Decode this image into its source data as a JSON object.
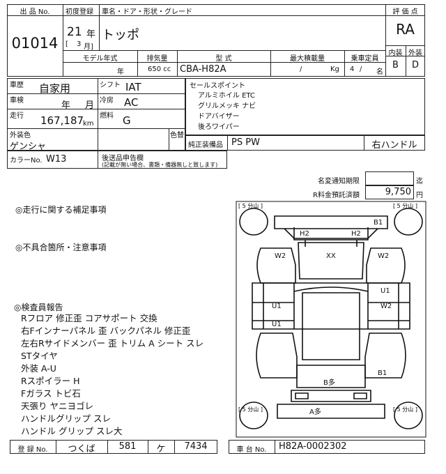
{
  "header": {
    "lot_label": "出 品 No.",
    "lot_no": "01014",
    "first_reg_label": "初度登録",
    "name_label": "車名・ドア・形状・グレード",
    "year": "21",
    "year_unit": "年",
    "month_open": "[",
    "month": "3",
    "month_close": "月]",
    "car_name": "トッポ",
    "score_label": "評 価 点",
    "score": "RA",
    "interior_label": "内装",
    "exterior_label": "外装",
    "interior_grade": "B",
    "exterior_grade": "D"
  },
  "specs": {
    "model_year_label": "モデル年式",
    "model_year_unit": "年",
    "displacement_label": "排気量",
    "displacement": "650 cc",
    "type_label": "型 式",
    "type": "CBA-H82A",
    "max_load_label": "最大積載量",
    "max_load_slash": "/",
    "max_load_unit": "Kg",
    "capacity_label": "乗車定員",
    "capacity": "4",
    "capacity_sep": "/",
    "capacity_unit": "名"
  },
  "details": {
    "history_label": "車歴",
    "history": "自家用",
    "shift_label": "シフト",
    "shift": "IAT",
    "inspection_label": "車検",
    "inspection_year": "年",
    "inspection_month": "月",
    "ac_label": "冷房",
    "ac": "AC",
    "mileage_label": "走行",
    "mileage": "167,187",
    "mileage_unit": "km",
    "fuel_label": "燃料",
    "fuel": "G",
    "color_label": "外装色",
    "color": "ゲンシャ",
    "repaint_label": "色替",
    "color_no_label": "カラーNo.",
    "color_no": "W13",
    "docs_label": "後送品申告欄",
    "docs_note": "(記載が無い場合、書類・備器無しと致します)"
  },
  "sales": {
    "label": "セールスポイント",
    "items": [
      "アルミホイル ETC",
      "グリルメッキ ナビ",
      "ドアバイザー",
      "後ろワイパー"
    ]
  },
  "equipment": {
    "label": "純正装備品",
    "value": "PS PW",
    "steering": "右ハンドル"
  },
  "fees": {
    "name_change_label": "名変通知期限",
    "name_change_unit": "迄",
    "recycle_label": "R料金預託済額",
    "recycle": "9,750",
    "recycle_unit": "円"
  },
  "notes": {
    "driving_label": "◎走行に関する補足事項",
    "defect_label": "◎不具合箇所・注意事項",
    "inspector_label": "◎検査員報告",
    "inspector_lines": [
      "Rフロア 修正歪 コアサポート 交換",
      "右Fインナーパネル 歪 バックパネル 修正歪",
      "左右Rサイドメンバー 歪 トリム A シート スレ",
      "STタイヤ",
      "外装 A-U",
      "Rスポイラー H",
      "Fガラス トビ石",
      "天張り ヤニヨゴレ",
      "ハンドルグリップ スレ",
      "ハンドル グリップ スレ大"
    ]
  },
  "diagram": {
    "tire_tl": "[ 5 分山 ]",
    "tire_tr": "[ 5 分山 ]",
    "tire_bl": "[ 5 分山 ]",
    "tire_br": "[ 5 分山 ]",
    "marks": {
      "b1_top": "B1",
      "h2_left": "H2",
      "h2_right": "H2",
      "w2_left": "W2",
      "xx": "XX",
      "w2_right": "W2",
      "u1_right": "U1",
      "w2_right2": "W2",
      "u1_left": "U1",
      "u1_left2": "U1",
      "b_many": "B多",
      "b1_bottom": "B1",
      "a_many": "A多"
    }
  },
  "footer": {
    "reg_label": "登 録 No.",
    "reg_area": "つくば",
    "reg_class": "581",
    "reg_kana": "ケ",
    "reg_number": "7434",
    "chassis_label": "車 台 No.",
    "chassis": "H82A-0002302"
  }
}
